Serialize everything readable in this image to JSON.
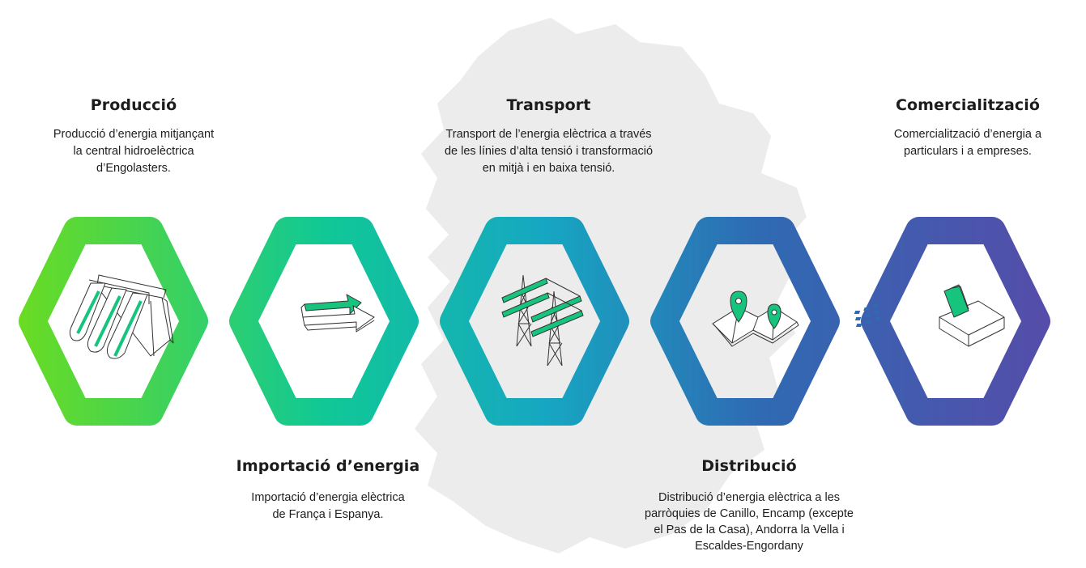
{
  "steps": [
    {
      "title": "Producció",
      "description": "Producció d’energia mitjançant\nla central hidroelèctrica\nd’Engolasters.",
      "icon": "hydroelectric-dam-icon"
    },
    {
      "title": "Importació d’energia",
      "description": "Importació d’energia elèctrica\nde França i Espanya.",
      "icon": "import-arrows-icon"
    },
    {
      "title": "Transport",
      "description": "Transport de l’energia elèctrica a través\nde les línies d’alta tensió i transformació\nen mitjà i en baixa tensió.",
      "icon": "power-pylon-icon"
    },
    {
      "title": "Distribució",
      "description": "Distribució d’energia elèctrica a les\nparròquies de Canillo, Encamp (excepte\nel Pas de la Casa), Andorra la Vella i\nEscaldes-Engordany",
      "icon": "map-pins-icon"
    },
    {
      "title": "Comercialització",
      "description": "Comercialització d’energia a\nparticulars i a empreses.",
      "icon": "payment-terminal-icon"
    }
  ],
  "colors": {
    "gradient": [
      "#6fdd1c",
      "#10c896",
      "#16a7c2",
      "#2f6ab3",
      "#5a49a8"
    ],
    "icon_accent": "#16c47e",
    "map_background": "#ececec",
    "text": "#1e1e1e"
  }
}
